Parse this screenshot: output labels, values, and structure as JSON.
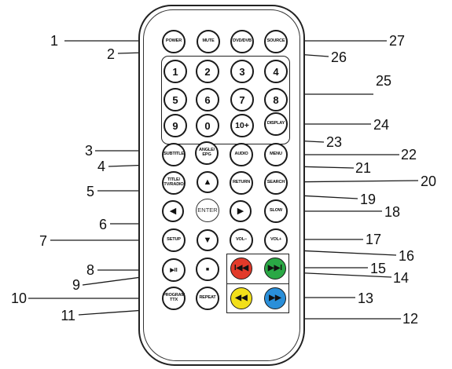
{
  "remote": {
    "buttons": {
      "power": "POWER",
      "mute": "MUTE",
      "dvd_dvb": "DVD/DVB",
      "source": "SOURCE",
      "num_1": "1",
      "num_2": "2",
      "num_3": "3",
      "num_4": "4",
      "num_5": "5",
      "num_6": "6",
      "num_7": "7",
      "num_8": "8",
      "num_9": "9",
      "num_0": "0",
      "num_10plus": "10+",
      "display": "DISPLAY",
      "subtitle": "SUBTITLE",
      "angle_epg": "ANGLE/\nEPG",
      "audio": "AUDIO",
      "menu": "MENU",
      "title_tv_radio": "TITLE/\nTV/RADIO",
      "return": "RETURN",
      "search": "SEARCH",
      "up": "▲",
      "left": "◀",
      "enter": "ENTER",
      "right": "▶",
      "down": "▼",
      "slow": "SLOW",
      "setup": "SETUP",
      "vol_minus": "VOL−",
      "vol_plus": "VOL+",
      "play_pause": "▶II",
      "stop": "■",
      "program_ttx": "PROGRAM\nTTX",
      "repeat": "REPEAT",
      "prev_red": "I◀◀",
      "next_green": "▶▶I",
      "rewind_yellow": "◀◀",
      "forward_blue": "▶▶"
    },
    "colors": {
      "red": "#e23a2a",
      "green": "#2aa845",
      "yellow": "#f2df1a",
      "blue": "#2a8fd9"
    }
  },
  "callouts": [
    "1",
    "2",
    "3",
    "4",
    "5",
    "6",
    "7",
    "8",
    "9",
    "10",
    "11",
    "12",
    "13",
    "14",
    "15",
    "16",
    "17",
    "18",
    "19",
    "20",
    "21",
    "22",
    "23",
    "24",
    "25",
    "26",
    "27"
  ]
}
